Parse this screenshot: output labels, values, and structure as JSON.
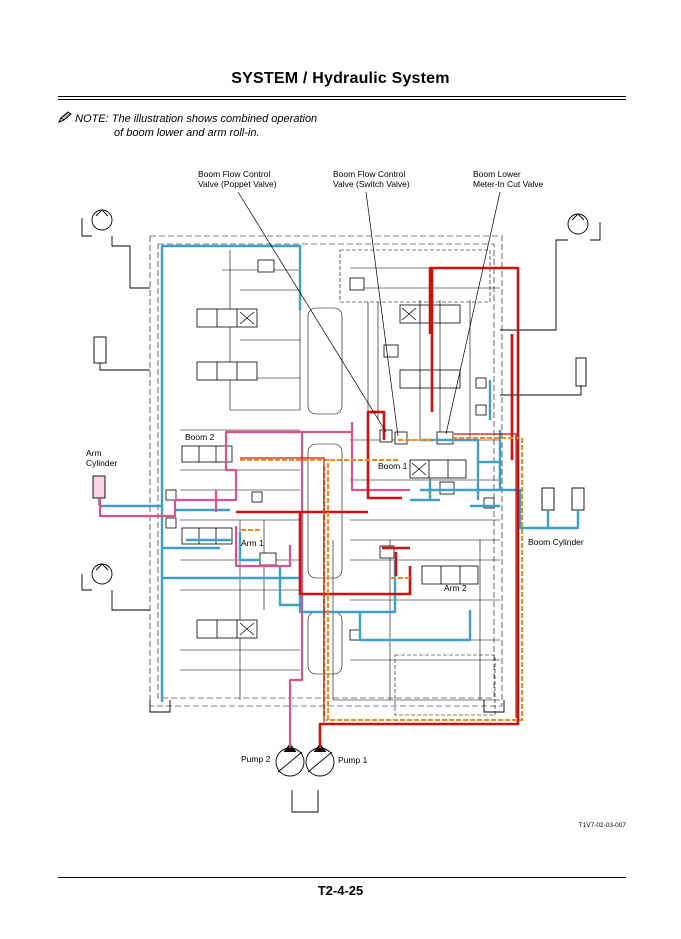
{
  "header": {
    "title": "SYSTEM / Hydraulic System"
  },
  "note": {
    "icon": "pencil-note-icon",
    "line1": "NOTE: The illustration shows combined operation",
    "line2": "of boom lower and arm roll-in."
  },
  "callouts": {
    "poppet_valve_line1": "Boom Flow Control",
    "poppet_valve_line2": "Valve (Poppet Valve)",
    "switch_valve_line1": "Boom Flow Control",
    "switch_valve_line2": "Valve (Switch Valve)",
    "meter_in_line1": "Boom Lower",
    "meter_in_line2": "Meter-In Cut Valve"
  },
  "labels": {
    "arm_cylinder_line1": "Arm",
    "arm_cylinder_line2": "Cylinder",
    "boom2": "Boom 2",
    "boom1": "Boom 1",
    "arm1": "Arm 1",
    "arm2": "Arm 2",
    "boom_cylinder": "Boom Cylinder",
    "pump2": "Pump 2",
    "pump1": "Pump 1"
  },
  "figure_code": "T1V7-02-03-007",
  "footer": {
    "page_number": "T2-4-25"
  },
  "colors": {
    "pump1_circuit": "#cc1111",
    "pump2_circuit": "#d9548f",
    "return_circuit": "#3f9fc7",
    "pilot_circuit": "#f08a1c",
    "linework": "#000000"
  }
}
